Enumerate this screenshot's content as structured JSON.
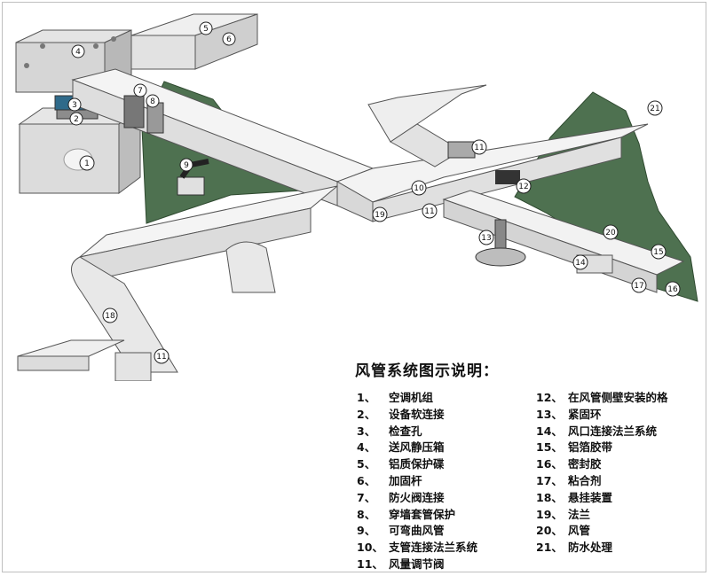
{
  "colors": {
    "duct": "#f2f2f2",
    "ductShade": "#d2d2d2",
    "ductEdge": "#555555",
    "wall": "#4e7150",
    "ink": "#111111"
  },
  "legend": {
    "title": "风管系统图示说明：",
    "items": [
      {
        "num": "1、",
        "label": "空调机组"
      },
      {
        "num": "2、",
        "label": "设备软连接"
      },
      {
        "num": "3、",
        "label": "检查孔"
      },
      {
        "num": "4、",
        "label": "送风静压箱"
      },
      {
        "num": "5、",
        "label": "铝质保护碟"
      },
      {
        "num": "6、",
        "label": "加固杆"
      },
      {
        "num": "7、",
        "label": "防火阀连接"
      },
      {
        "num": "8、",
        "label": "穿墙套管保护"
      },
      {
        "num": "9、",
        "label": "可弯曲风管"
      },
      {
        "num": "10、",
        "label": "支管连接法兰系统"
      },
      {
        "num": "11、",
        "label": "风量调节阀"
      },
      {
        "num": "12、",
        "label": "在风管侧壁安装的格"
      },
      {
        "num": "13、",
        "label": "紧固环"
      },
      {
        "num": "14、",
        "label": "风口连接法兰系统"
      },
      {
        "num": "15、",
        "label": "铝箔胶带"
      },
      {
        "num": "16、",
        "label": "密封胶"
      },
      {
        "num": "17、",
        "label": "粘合剂"
      },
      {
        "num": "18、",
        "label": "悬挂装置"
      },
      {
        "num": "19、",
        "label": "法兰"
      },
      {
        "num": "20、",
        "label": "风管"
      },
      {
        "num": "21、",
        "label": "防水处理"
      }
    ]
  },
  "callouts": [
    "1",
    "2",
    "3",
    "4",
    "5",
    "6",
    "7",
    "8",
    "9",
    "10",
    "11",
    "11",
    "11",
    "12",
    "13",
    "14",
    "15",
    "16",
    "17",
    "18",
    "19",
    "20",
    "21"
  ]
}
